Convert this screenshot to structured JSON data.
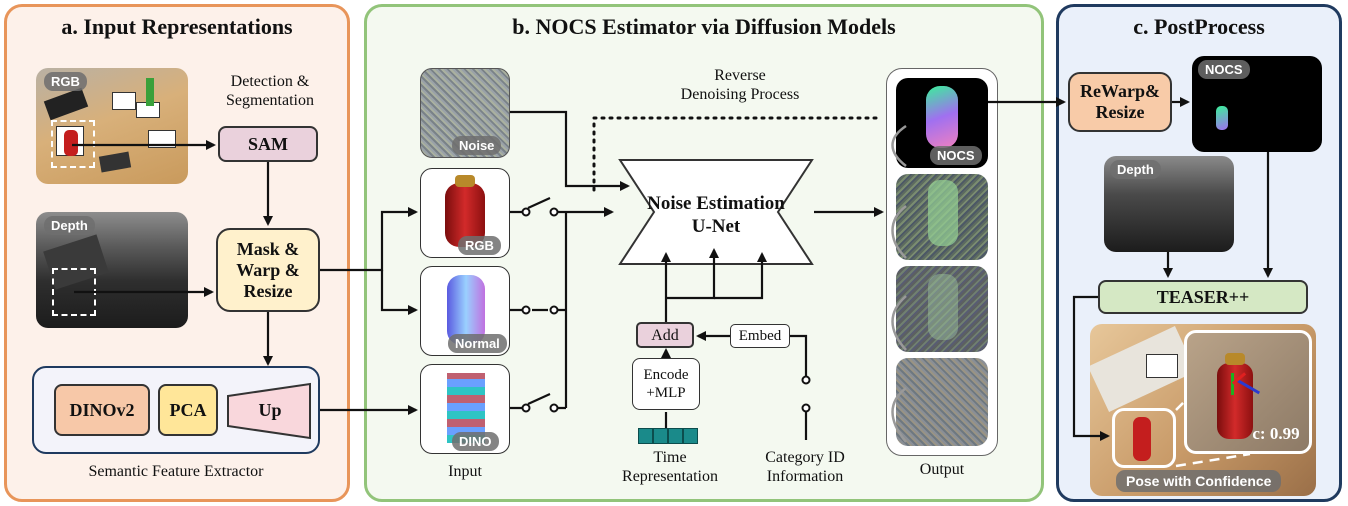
{
  "panel_a": {
    "title": "a. Input Representations",
    "rgb_tag": "RGB",
    "depth_tag": "Depth",
    "detection_label": "Detection &\nSegmentation",
    "sam": "SAM",
    "mask_warp": "Mask &\nWarp &\nResize",
    "dinov2": "DINOv2",
    "pca": "PCA",
    "up": "Up",
    "semantic_label": "Semantic Feature Extractor"
  },
  "panel_b": {
    "title": "b. NOCS Estimator via Diffusion Models",
    "noise_tag": "Noise",
    "rgb_tag": "RGB",
    "normal_tag": "Normal",
    "dino_tag": "DINO",
    "input_label": "Input",
    "reverse_label": "Reverse\nDenoising Process",
    "unet_label": "Noise Estimation\nU-Net",
    "add": "Add",
    "embed": "Embed",
    "encode": "Encode\n+MLP",
    "time_label": "Time\nRepresentation",
    "category_label": "Category ID\nInformation",
    "nocs_tag": "NOCS",
    "output_label": "Output"
  },
  "panel_c": {
    "title": "c. PostProcess",
    "rewarp": "ReWarp&\nResize",
    "nocs_tag": "NOCS",
    "depth_tag": "Depth",
    "teaser": "TEASER++",
    "confidence": "c: 0.99",
    "pose_label": "Pose with Confidence"
  },
  "colors": {
    "panel_a_border": "#e8955a",
    "panel_a_fill": "#fdf1ea",
    "panel_b_border": "#92c47a",
    "panel_b_fill": "#f4f9f0",
    "panel_c_border": "#1f3a5f",
    "panel_c_fill": "#eaf0fa",
    "sam": "#ead1dc",
    "mask": "#fff1cc",
    "dinov2": "#f7c8a8",
    "pca": "#ffe699",
    "up": "#f9d7dc",
    "add": "#ead1dc",
    "rewarp": "#f8cba8",
    "teaser": "#d5e8c4",
    "time_cells": "#1a8a8a"
  }
}
